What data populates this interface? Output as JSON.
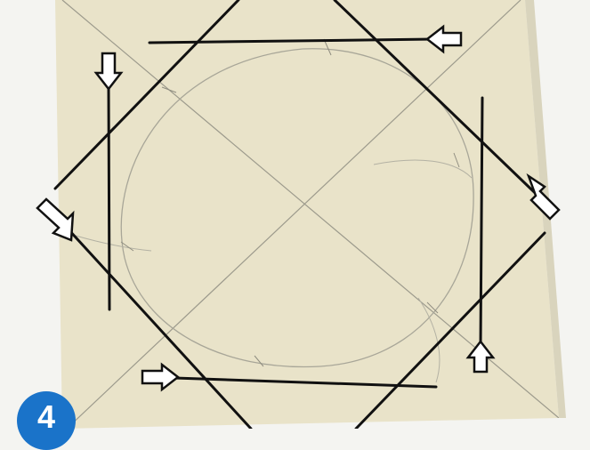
{
  "image": {
    "subject": "square-board-circle-construction",
    "board_color": "#e9e3c9",
    "background_color": "#f4f4f1",
    "pencil_color": "#9c9a8c",
    "ink_color": "#111111",
    "arrow_fill": "#ffffff"
  },
  "step_badge": {
    "label": "4",
    "color": "#1a73c9"
  },
  "arrows": [
    {
      "name": "arrow-top",
      "direction": "left"
    },
    {
      "name": "arrow-left",
      "direction": "down"
    },
    {
      "name": "arrow-right-upper",
      "direction": "up-left"
    },
    {
      "name": "arrow-right",
      "direction": "up"
    },
    {
      "name": "arrow-bottom",
      "direction": "right"
    },
    {
      "name": "arrow-left-lower",
      "direction": "down-right"
    }
  ]
}
